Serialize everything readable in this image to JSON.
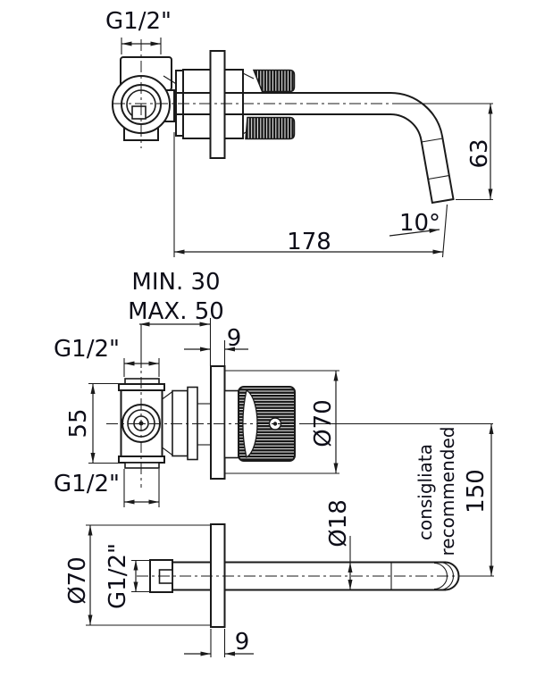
{
  "drawing": {
    "background_color": "#ffffff",
    "line_color": "#1a1a1a",
    "text_color": "#0d0d18",
    "views": {
      "top": {
        "inlet_thread": "G1/2\"",
        "spout_reach": "178",
        "spout_drop": "63",
        "spout_angle": "10°"
      },
      "middle": {
        "depth_min": "MIN. 30",
        "depth_max": "MAX. 50",
        "plate_offset": "9",
        "inlet_thread_top": "G1/2\"",
        "inlet_thread_bottom": "G1/2\"",
        "body_height": "55",
        "handle_diameter": "Ø70",
        "spout_spacing": "150",
        "spacing_note_it": "consigliata",
        "spacing_note_en": "recommended"
      },
      "bottom": {
        "plate_diameter": "Ø70",
        "spout_thread": "G1/2\"",
        "spout_diameter": "Ø18",
        "plate_offset": "9"
      }
    }
  }
}
